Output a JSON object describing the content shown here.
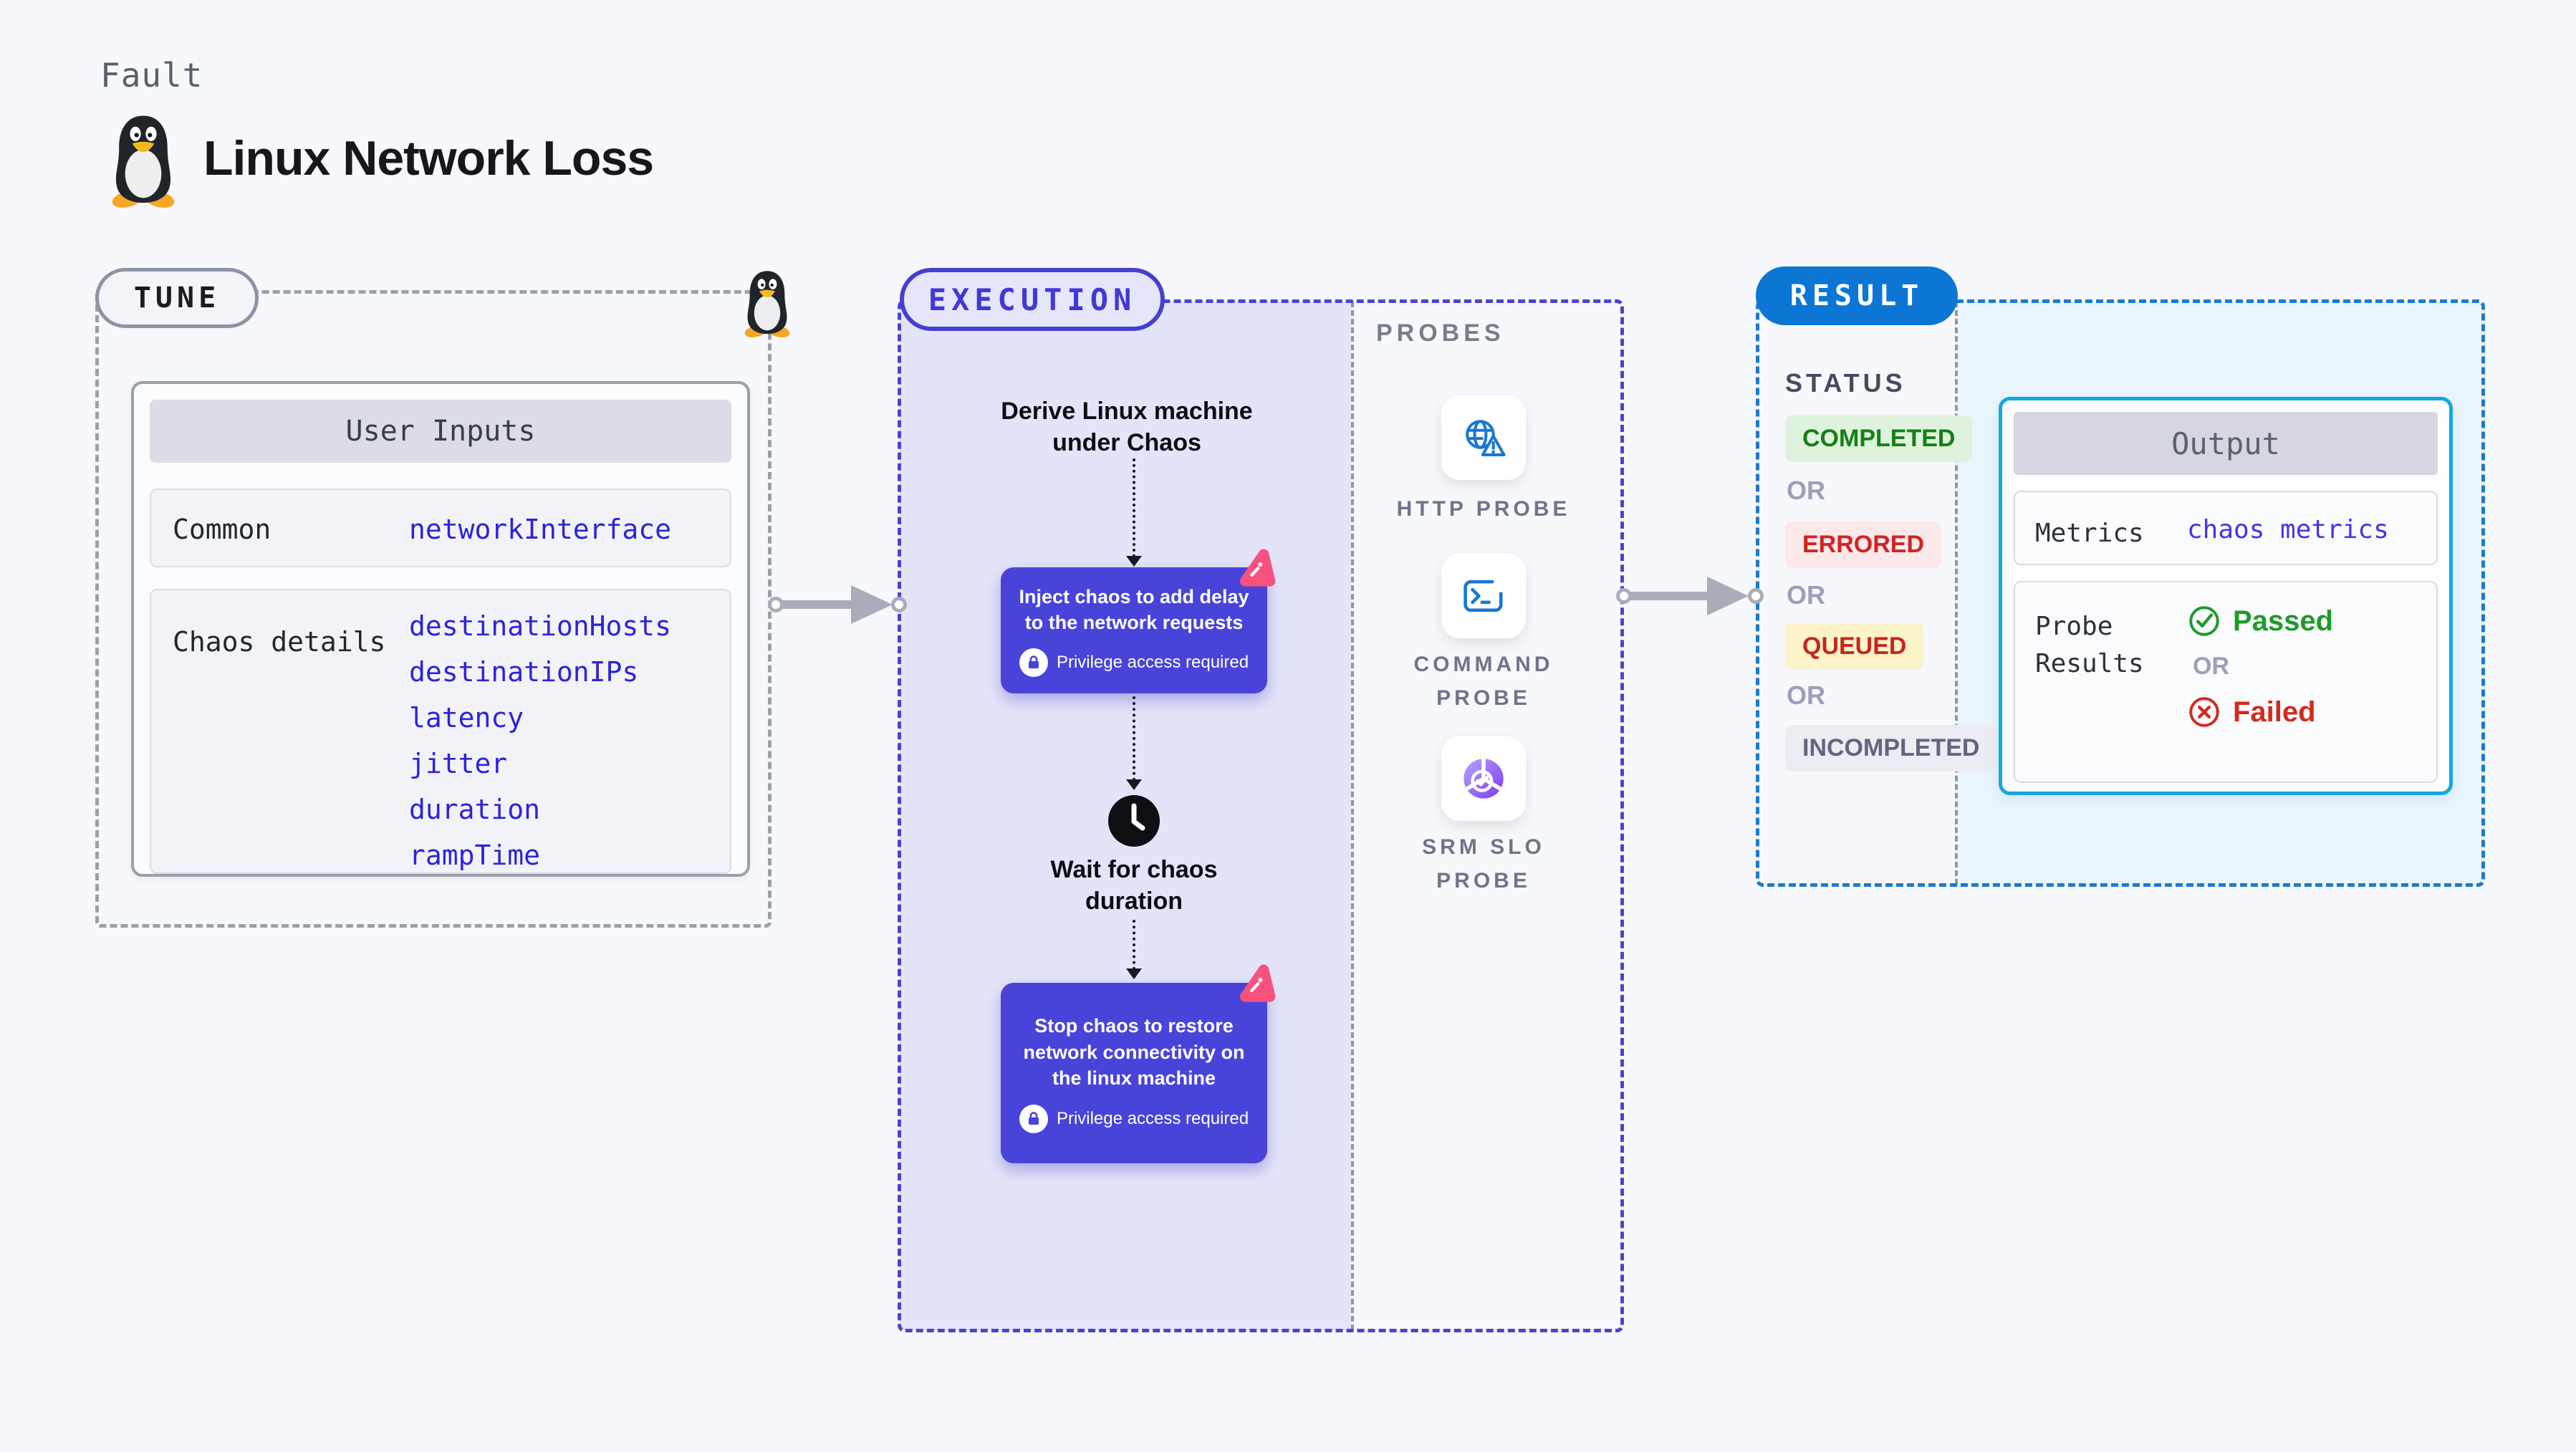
{
  "page": {
    "kicker": "Fault",
    "title": "Linux Network Loss"
  },
  "tune": {
    "badge": "TUNE",
    "user_inputs": {
      "title": "User Inputs",
      "rows": [
        {
          "label": "Common",
          "values": [
            "networkInterface"
          ]
        },
        {
          "label": "Chaos details",
          "values": [
            "destinationHosts",
            "destinationIPs",
            "latency",
            "jitter",
            "duration",
            "rampTime"
          ]
        }
      ]
    }
  },
  "execution": {
    "badge": "EXECUTION",
    "derive_step": "Derive Linux machine under Chaos",
    "inject_step": "Inject chaos to add delay to the network requests",
    "wait_step": "Wait for chaos duration",
    "stop_step": "Stop chaos to restore network connectivity on the linux machine",
    "privilege_note": "Privilege access required"
  },
  "probes": {
    "title": "PROBES",
    "items": [
      {
        "label": "HTTP PROBE",
        "icon": "globe-alert-icon"
      },
      {
        "label": "COMMAND\nPROBE",
        "icon": "terminal-icon"
      },
      {
        "label": "SRM SLO\nPROBE",
        "icon": "slo-donut-icon"
      }
    ]
  },
  "result": {
    "badge": "RESULT",
    "status": {
      "title": "STATUS",
      "separator": "OR",
      "items": [
        {
          "label": "COMPLETED",
          "color": "#158015",
          "bg": "#def2de"
        },
        {
          "label": "ERRORED",
          "color": "#d02424",
          "bg": "#fce9e9"
        },
        {
          "label": "QUEUED",
          "color": "#c4281f",
          "bg": "#fdf3ca"
        },
        {
          "label": "INCOMPLETED",
          "color": "#5f667f",
          "bg": "#ebedf3"
        }
      ]
    },
    "output": {
      "title": "Output",
      "metrics_label": "Metrics",
      "metrics_value": "chaos metrics",
      "probe_results_label": "Probe Results",
      "separator": "OR",
      "passed_label": "Passed",
      "failed_label": "Failed"
    }
  },
  "colors": {
    "page_bg": "#f7f8fb",
    "tune_dash": "#9aa0ab",
    "execution_dash": "#4a44cf",
    "execution_fill": "#e4e4f8",
    "chaos_node": "#4844da",
    "chaos_logo_pink": "#f6517f",
    "result_dash": "#1d7ad0",
    "result_fill": "#e9f5fc",
    "result_badge_blue": "#0b76d4",
    "output_border_cyan": "#14a7e0",
    "value_indigo": "#2b24d8",
    "probe_icon_blue": "#1878d2",
    "passed_green": "#1d9b2c",
    "failed_red": "#d22b20"
  }
}
